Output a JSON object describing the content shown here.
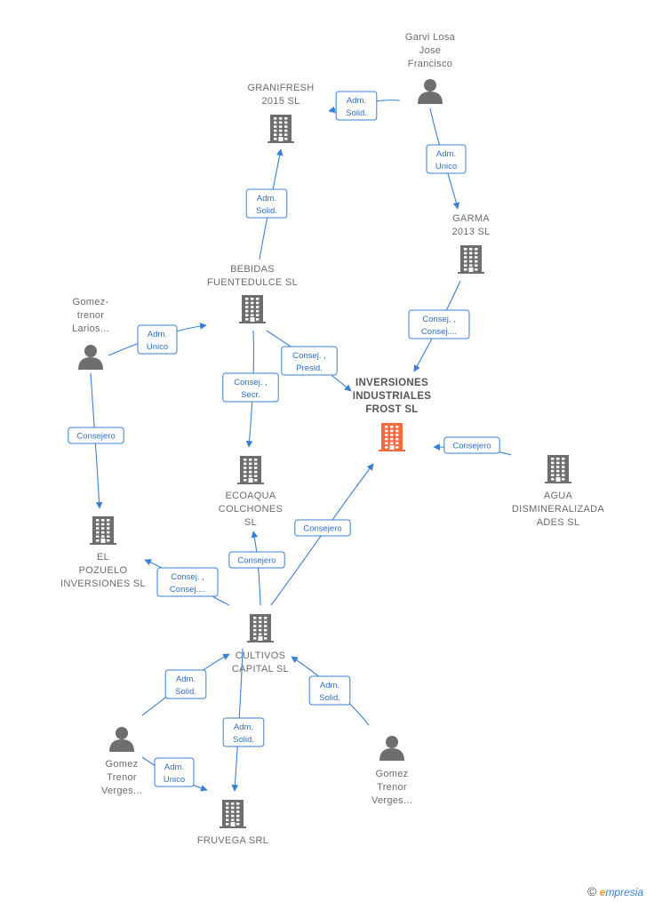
{
  "nodes": [
    {
      "id": "garvi",
      "kind": "person",
      "label": [
        "Garvi Losa",
        "Jose",
        "Francisco"
      ]
    },
    {
      "id": "granifresh",
      "kind": "company",
      "label": [
        "GRANIFRESH",
        "2015  SL"
      ]
    },
    {
      "id": "garma",
      "kind": "company",
      "label": [
        "GARMA",
        "2013 SL"
      ]
    },
    {
      "id": "bebidas",
      "kind": "company",
      "label": [
        "BEBIDAS",
        "FUENTEDULCE SL"
      ]
    },
    {
      "id": "gomez_larios",
      "kind": "person",
      "label": [
        "Gomez-",
        "trenor",
        "Larios..."
      ]
    },
    {
      "id": "inversiones",
      "kind": "company",
      "main": true,
      "label": [
        "INVERSIONES",
        "INDUSTRIALES",
        "FROST  SL"
      ]
    },
    {
      "id": "agua",
      "kind": "company",
      "label": [
        "AGUA",
        "DISMINERALIZADA",
        "ADES  SL"
      ]
    },
    {
      "id": "ecoaqua",
      "kind": "company",
      "label": [
        "ECOAQUA",
        "COLCHONES",
        "SL"
      ]
    },
    {
      "id": "pozuelo",
      "kind": "company",
      "label": [
        "EL",
        "POZUELO",
        "INVERSIONES SL"
      ]
    },
    {
      "id": "cultivos",
      "kind": "company",
      "label": [
        "CULTIVOS",
        "CAPITAL  SL"
      ]
    },
    {
      "id": "gomez_verges1",
      "kind": "person",
      "label": [
        "Gomez",
        "Trenor",
        "Verges..."
      ]
    },
    {
      "id": "gomez_verges2",
      "kind": "person",
      "label": [
        "Gomez",
        "Trenor",
        "Verges..."
      ]
    },
    {
      "id": "fruvega",
      "kind": "company",
      "label": [
        "FRUVEGA SRL"
      ]
    }
  ],
  "edges": [
    {
      "from": "garvi",
      "to": "granifresh",
      "label": [
        "Adm.",
        "Solid."
      ]
    },
    {
      "from": "garvi",
      "to": "garma",
      "label": [
        "Adm.",
        "Unico"
      ]
    },
    {
      "from": "bebidas",
      "to": "granifresh",
      "label": [
        "Adm.",
        "Solid."
      ]
    },
    {
      "from": "garma",
      "to": "inversiones",
      "label": [
        "Consej. ,",
        "Consej...."
      ]
    },
    {
      "from": "gomez_larios",
      "to": "bebidas",
      "label": [
        "Adm.",
        "Unico"
      ]
    },
    {
      "from": "bebidas",
      "to": "inversiones",
      "label": [
        "Consej. ,",
        "Presid."
      ]
    },
    {
      "from": "bebidas",
      "to": "ecoaqua",
      "label": [
        "Consej. ,",
        "Secr."
      ]
    },
    {
      "from": "agua",
      "to": "inversiones",
      "label": [
        "Consejero"
      ]
    },
    {
      "from": "gomez_larios",
      "to": "pozuelo",
      "label": [
        "Consejero"
      ]
    },
    {
      "from": "cultivos",
      "to": "inversiones",
      "label": [
        "Consejero"
      ]
    },
    {
      "from": "cultivos",
      "to": "ecoaqua",
      "label": [
        "Consejero"
      ]
    },
    {
      "from": "cultivos",
      "to": "pozuelo",
      "label": [
        "Consej. ,",
        "Consej...."
      ]
    },
    {
      "from": "gomez_verges1",
      "to": "cultivos",
      "label": [
        "Adm.",
        "Solid."
      ]
    },
    {
      "from": "cultivos",
      "to": "fruvega",
      "label": [
        "Adm.",
        "Solid."
      ]
    },
    {
      "from": "gomez_verges2",
      "to": "cultivos",
      "label": [
        "Adm.",
        "Solid."
      ]
    },
    {
      "from": "gomez_verges1",
      "to": "fruvega",
      "label": [
        "Adm.",
        "Unico"
      ]
    }
  ],
  "colors": {
    "edge": "#3a7fd5",
    "building": "#6e6e6e",
    "building_main": "#f26a3d",
    "person": "#6e6e6e"
  },
  "footer": {
    "symbol": "©",
    "brand_initial": "e",
    "brand_rest": "mpresia"
  }
}
